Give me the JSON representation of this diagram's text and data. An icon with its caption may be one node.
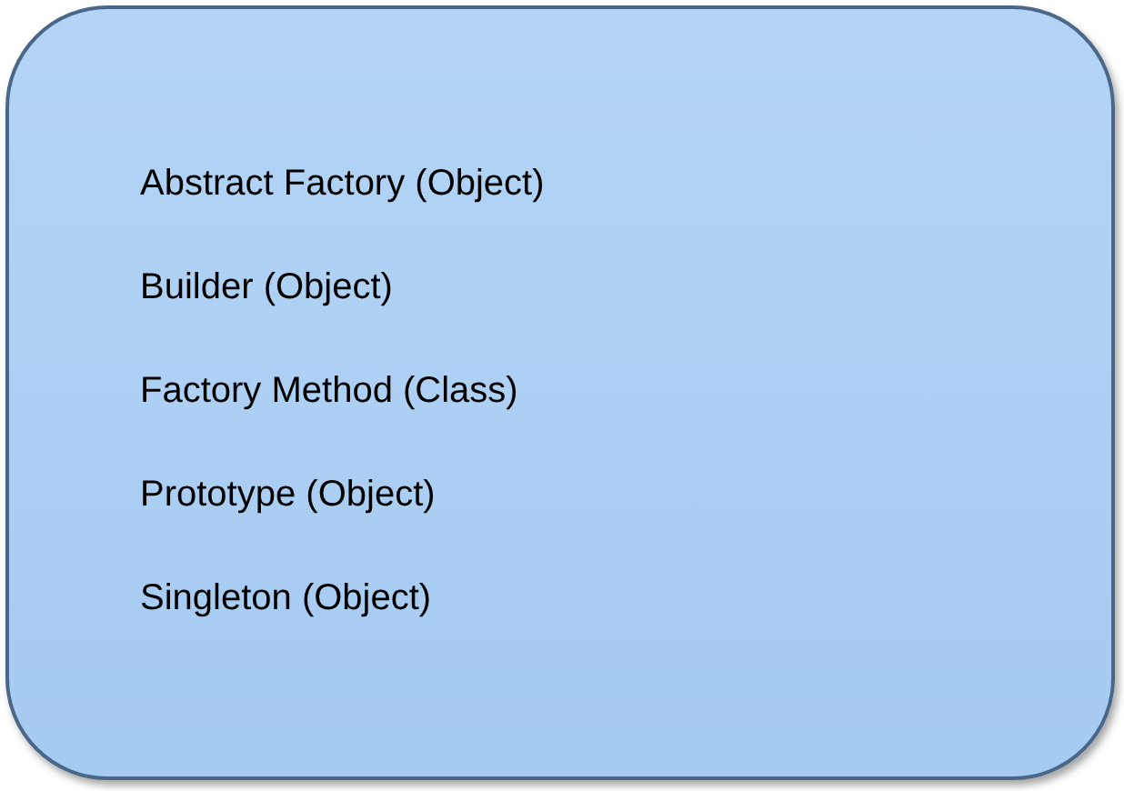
{
  "diagram": {
    "nodes": [
      {
        "text": [
          "Abstract Factory (Object)",
          "Builder (Object)",
          "Factory Method (Class)",
          "Prototype (Object)",
          "Singleton (Object)"
        ]
      }
    ]
  }
}
